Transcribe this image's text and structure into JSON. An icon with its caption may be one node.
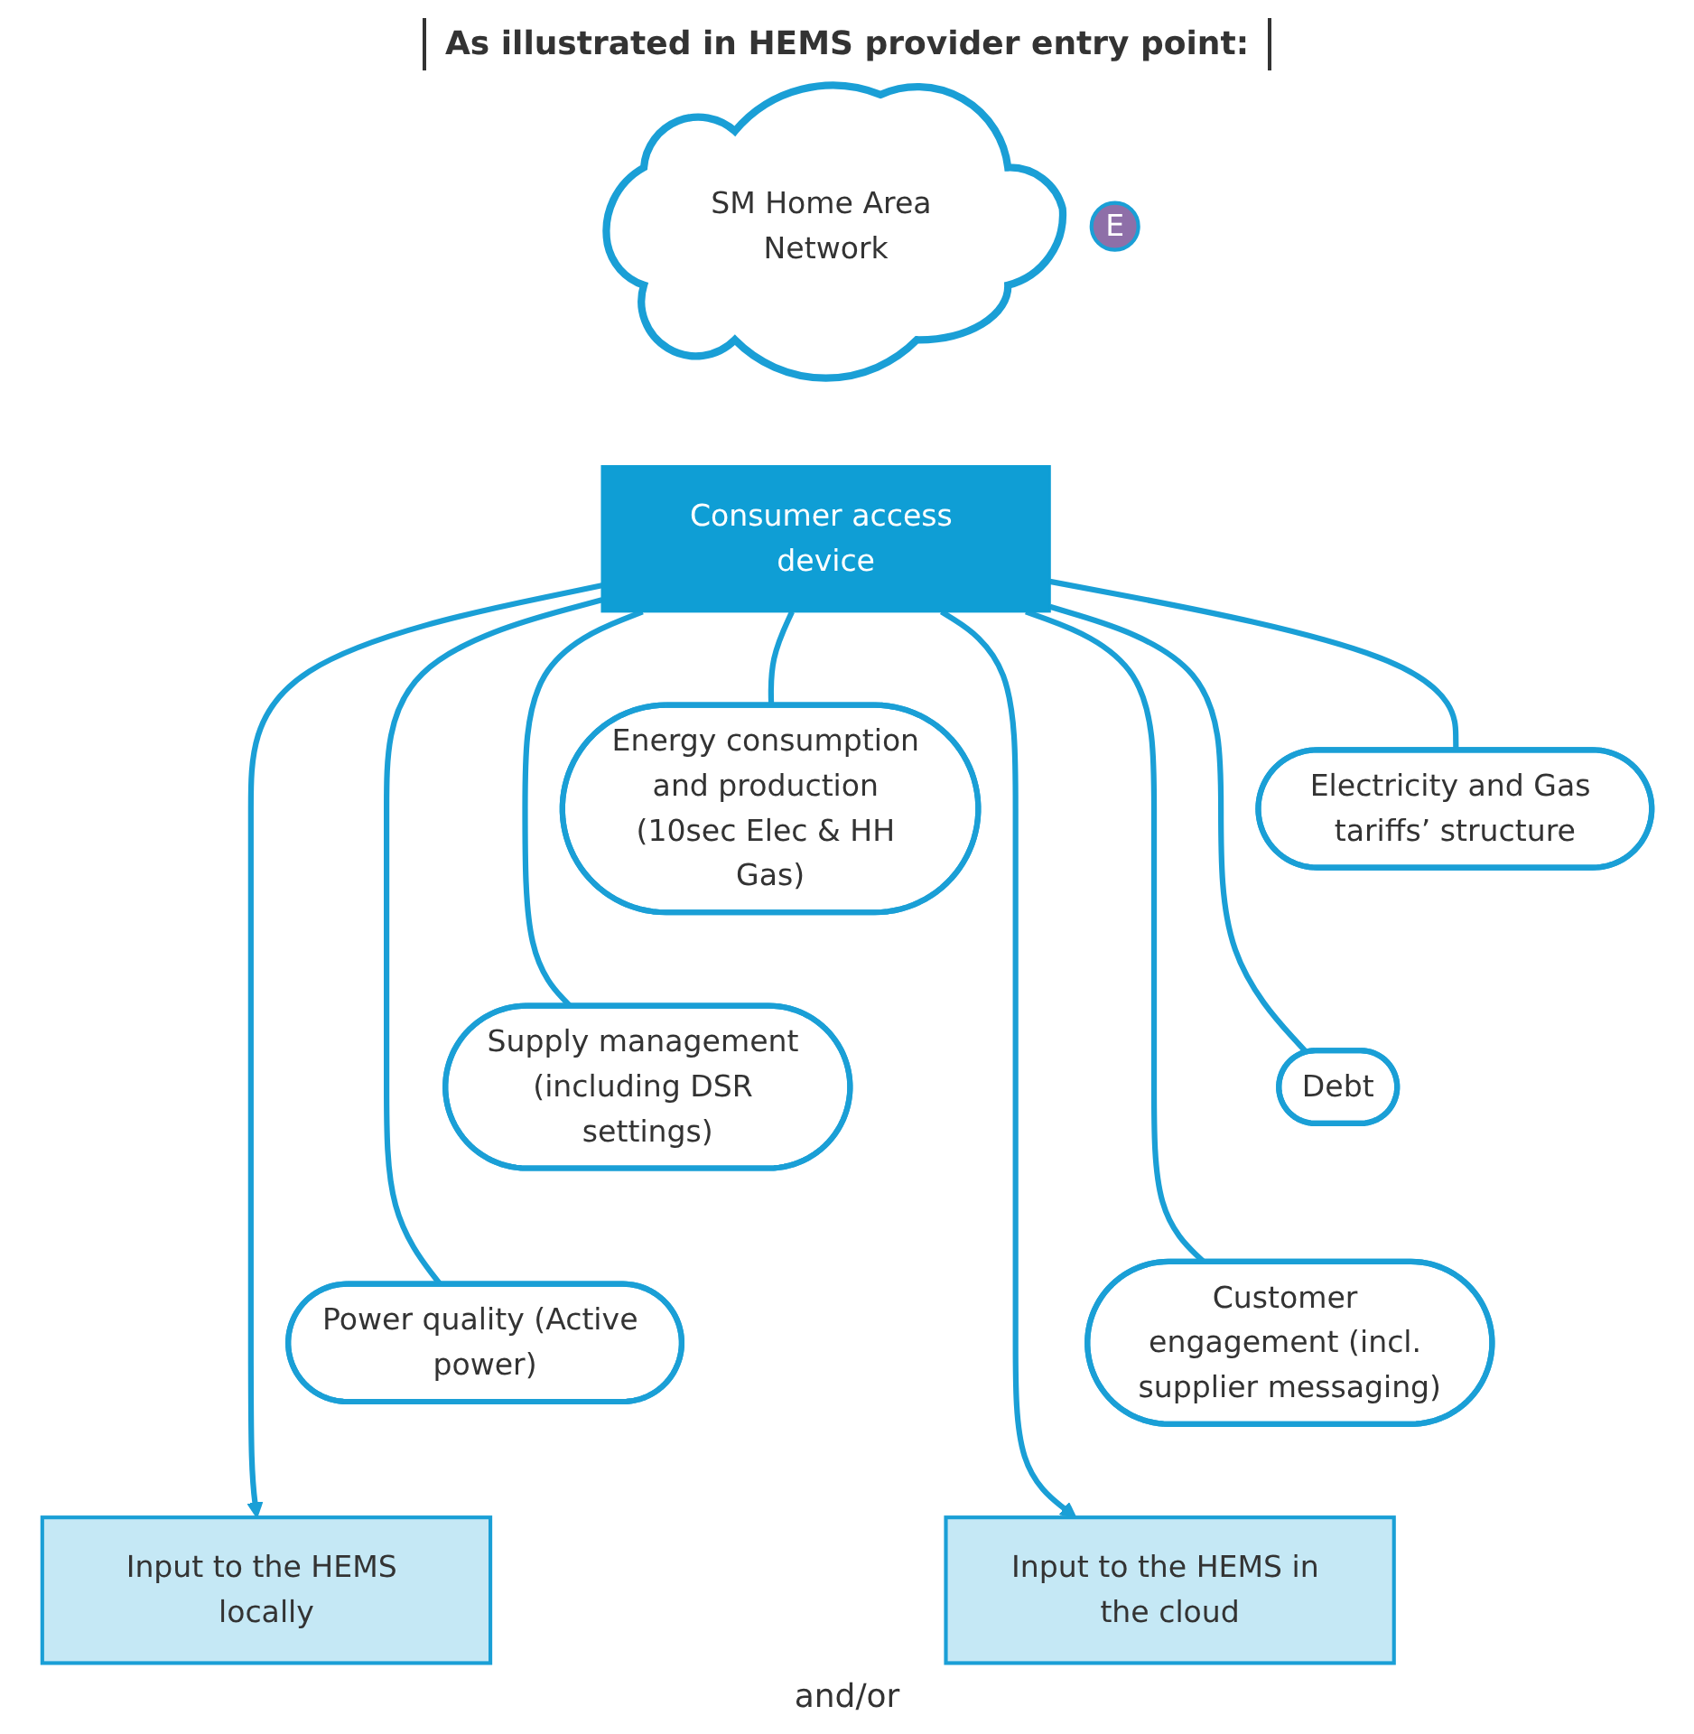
{
  "diagram": {
    "nodes": [
      {
        "text": [
          "SM Home Area Network"
        ]
      },
      {
        "text": [
          "Consumer access device"
        ]
      },
      {
        "text": [
          "Energy consumption and production (10sec Elec & HH Gas)"
        ]
      },
      {
        "text": [
          "Electricity and Gas tariffs’ structure"
        ]
      },
      {
        "text": [
          "Supply management (including DSR settings)"
        ]
      },
      {
        "text": [
          "Debt"
        ]
      },
      {
        "text": [
          "Power quality (Active power)"
        ]
      },
      {
        "text": [
          "Customer engagement (incl. supplier messaging)"
        ]
      },
      {
        "text": [
          "Input to the HEMS locally"
        ]
      },
      {
        "text": [
          "Input to the HEMS in the cloud"
        ]
      },
      {
        "text": [
          "E"
        ]
      }
    ],
    "edges": [
      {
        "from": 1,
        "to": 2,
        "arrow": "none"
      },
      {
        "from": 1,
        "to": 3,
        "arrow": "none"
      },
      {
        "from": 1,
        "to": 4,
        "arrow": "none"
      },
      {
        "from": 1,
        "to": 5,
        "arrow": "none"
      },
      {
        "from": 1,
        "to": 6,
        "arrow": "none"
      },
      {
        "from": 1,
        "to": 7,
        "arrow": "none"
      },
      {
        "from": 1,
        "to": 8,
        "arrow": "to"
      },
      {
        "from": 1,
        "to": 9,
        "arrow": "to"
      }
    ],
    "labels": [
      "As illustrated in HEMS provider entry point:",
      "and/or"
    ]
  }
}
